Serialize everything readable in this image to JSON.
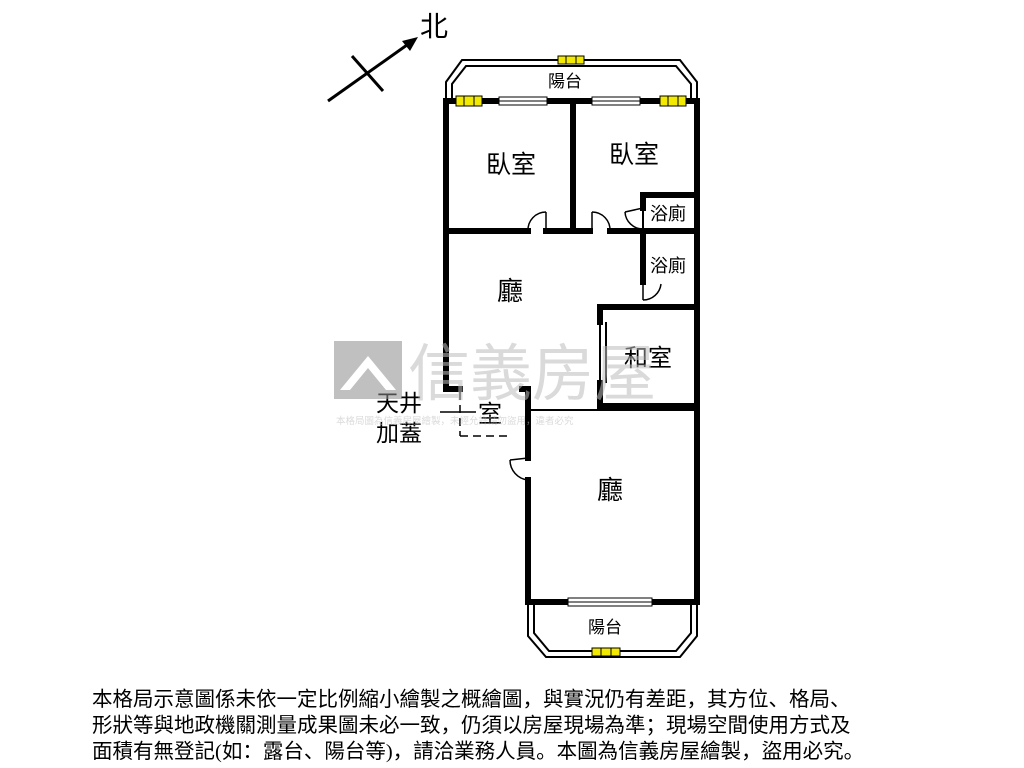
{
  "compass": {
    "north_label": "北"
  },
  "rooms": {
    "bedroom_left": "臥室",
    "bedroom_right": "臥室",
    "bath_upper": "浴廁",
    "bath_lower": "浴廁",
    "living_upper": "廳",
    "japanese_room": "和室",
    "living_lower": "廳",
    "balcony_top": "陽台",
    "balcony_bottom": "陽台",
    "room_small": "室",
    "courtyard_line1": "天井",
    "courtyard_line2": "加蓋"
  },
  "watermark": {
    "brand": "信義房屋",
    "notice": "本格局圖為信義房屋繪製，未經允許請勿盜用，違者必究"
  },
  "disclaimer": {
    "line1": "本格局示意圖係未依一定比例縮小繪製之概繪圖，與實況仍有差距，其方位、格局、",
    "line2": "形狀等與地政機關測量成果圖未必一致，仍須以房屋現場為準；現場空間使用方式及",
    "line3": "面積有無登記(如：露台、陽台等)，請洽業務人員。本圖為信義房屋繪製，盜用必究。"
  },
  "colors": {
    "wall": "#000000",
    "window": "#f2ea00",
    "watermark": "#bdbdbd"
  }
}
